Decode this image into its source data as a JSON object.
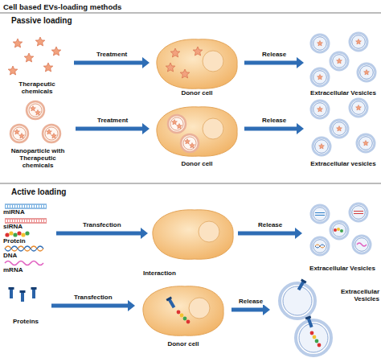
{
  "diagram": {
    "title": "Cell based EVs-loading methods",
    "nodes": [
      {
        "text": [
          "Therapeutic chemicals"
        ]
      },
      {
        "text": [
          "Donor cell"
        ]
      },
      {
        "text": [
          "Extracellular Vesicles"
        ]
      },
      {
        "text": [
          "Nanoparticle with Therapeutic chemicals"
        ]
      },
      {
        "text": [
          "Donor cell"
        ]
      },
      {
        "text": [
          "Extracellular vesicles"
        ]
      },
      {
        "text": [
          "miRNA",
          "siRNA",
          "Protein",
          "DNA",
          "mRNA"
        ]
      },
      {
        "text": []
      },
      {
        "text": [
          "Extracellular Vesicles"
        ]
      },
      {
        "text": [
          "Proteins"
        ]
      },
      {
        "text": [
          "Donor cell"
        ]
      },
      {
        "text": [
          "Extracellular Vesicles"
        ]
      }
    ],
    "edges": [
      {
        "from": 0,
        "to": 1,
        "arrow": "to",
        "label": "Treatment"
      },
      {
        "from": 1,
        "to": 2,
        "arrow": "to",
        "label": "Release"
      },
      {
        "from": 3,
        "to": 4,
        "arrow": "to",
        "label": "Treatment"
      },
      {
        "from": 4,
        "to": 5,
        "arrow": "to",
        "label": "Release"
      },
      {
        "from": 6,
        "to": 7,
        "arrow": "to",
        "label": "Transfection"
      },
      {
        "from": 7,
        "to": 8,
        "arrow": "to",
        "label": "Release"
      },
      {
        "from": 9,
        "to": 10,
        "arrow": "to",
        "label": "Transfection"
      },
      {
        "from": 10,
        "to": 11,
        "arrow": "to",
        "label": "Release"
      }
    ],
    "labels": [
      "Passive loading",
      "Active loading",
      "Interaction"
    ]
  }
}
